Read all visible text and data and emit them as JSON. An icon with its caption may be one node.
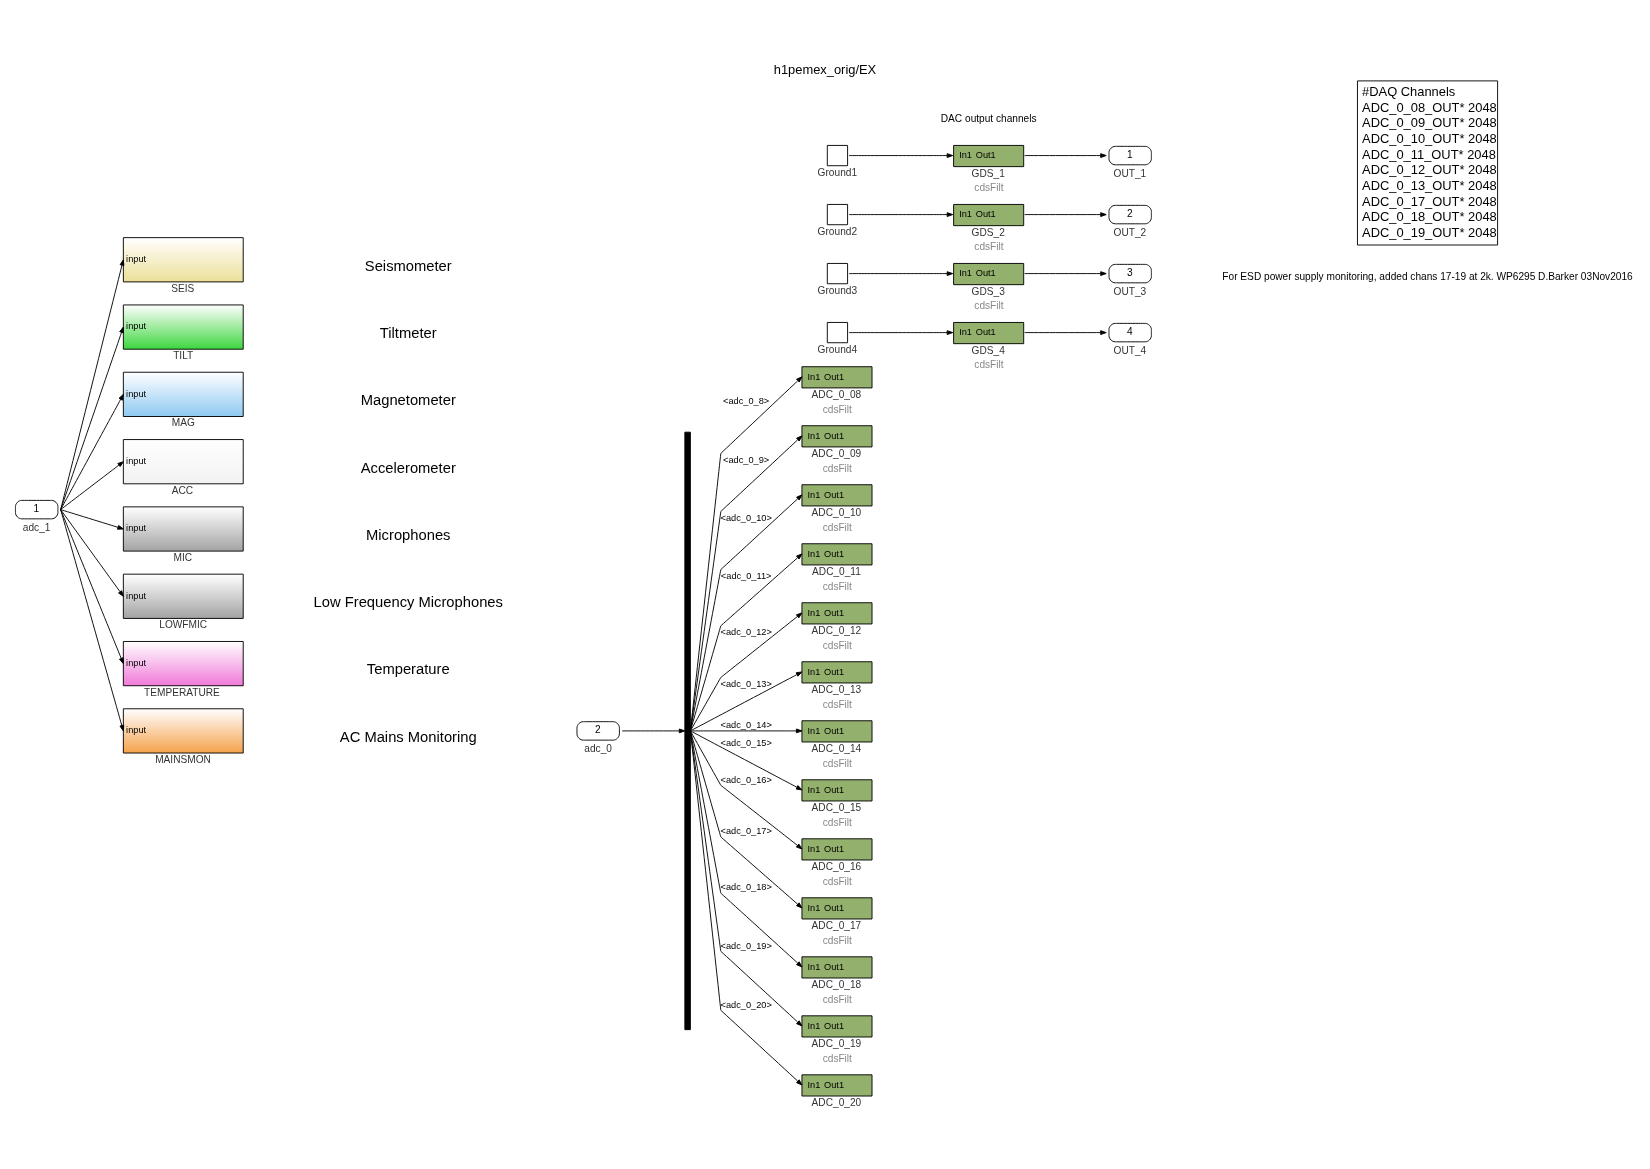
{
  "diagram": {
    "title": "h1pemex_orig/EX",
    "nodes": [
      {
        "text": [
          "1"
        ],
        "beside": [
          "adc_1"
        ]
      },
      {
        "text": [
          "input"
        ],
        "beside": [
          "SEIS"
        ]
      },
      {
        "text": [
          "input"
        ],
        "beside": [
          "TILT"
        ]
      },
      {
        "text": [
          "input"
        ],
        "beside": [
          "MAG"
        ]
      },
      {
        "text": [
          "input"
        ],
        "beside": [
          "ACC"
        ]
      },
      {
        "text": [
          "input"
        ],
        "beside": [
          "MIC"
        ]
      },
      {
        "text": [
          "input"
        ],
        "beside": [
          "LOWFMIC"
        ]
      },
      {
        "text": [
          "input"
        ],
        "beside": [
          "TEMPERATURE"
        ]
      },
      {
        "text": [
          "input"
        ],
        "beside": [
          "MAINSMON"
        ]
      },
      {
        "text": [
          "2"
        ],
        "beside": [
          "adc_0"
        ]
      },
      {
        "text": [],
        "shape": "bar"
      },
      {
        "text": [],
        "shape": "box",
        "beside": [
          "Ground1"
        ]
      },
      {
        "text": [],
        "shape": "box",
        "beside": [
          "Ground2"
        ]
      },
      {
        "text": [],
        "shape": "box",
        "beside": [
          "Ground3"
        ]
      },
      {
        "text": [],
        "shape": "box",
        "beside": [
          "Ground4"
        ]
      },
      {
        "text": [
          "In1",
          "Out1"
        ],
        "beside": [
          "GDS_1",
          "cdsFilt"
        ]
      },
      {
        "text": [
          "In1",
          "Out1"
        ],
        "beside": [
          "GDS_2",
          "cdsFilt"
        ]
      },
      {
        "text": [
          "In1",
          "Out1"
        ],
        "beside": [
          "GDS_3",
          "cdsFilt"
        ]
      },
      {
        "text": [
          "In1",
          "Out1"
        ],
        "beside": [
          "GDS_4",
          "cdsFilt"
        ]
      },
      {
        "text": [
          "1"
        ],
        "beside": [
          "OUT_1"
        ]
      },
      {
        "text": [
          "2"
        ],
        "beside": [
          "OUT_2"
        ]
      },
      {
        "text": [
          "3"
        ],
        "beside": [
          "OUT_3"
        ]
      },
      {
        "text": [
          "4"
        ],
        "beside": [
          "OUT_4"
        ]
      },
      {
        "text": [
          "In1",
          "Out1"
        ],
        "beside": [
          "ADC_0_08",
          "cdsFilt"
        ]
      },
      {
        "text": [
          "In1",
          "Out1"
        ],
        "beside": [
          "ADC_0_09",
          "cdsFilt"
        ]
      },
      {
        "text": [
          "In1",
          "Out1"
        ],
        "beside": [
          "ADC_0_10",
          "cdsFilt"
        ]
      },
      {
        "text": [
          "In1",
          "Out1"
        ],
        "beside": [
          "ADC_0_11",
          "cdsFilt"
        ]
      },
      {
        "text": [
          "In1",
          "Out1"
        ],
        "beside": [
          "ADC_0_12",
          "cdsFilt"
        ]
      },
      {
        "text": [
          "In1",
          "Out1"
        ],
        "beside": [
          "ADC_0_13",
          "cdsFilt"
        ]
      },
      {
        "text": [
          "In1",
          "Out1"
        ],
        "beside": [
          "ADC_0_14",
          "cdsFilt"
        ]
      },
      {
        "text": [
          "In1",
          "Out1"
        ],
        "beside": [
          "ADC_0_15",
          "cdsFilt"
        ]
      },
      {
        "text": [
          "In1",
          "Out1"
        ],
        "beside": [
          "ADC_0_16",
          "cdsFilt"
        ]
      },
      {
        "text": [
          "In1",
          "Out1"
        ],
        "beside": [
          "ADC_0_17",
          "cdsFilt"
        ]
      },
      {
        "text": [
          "In1",
          "Out1"
        ],
        "beside": [
          "ADC_0_18",
          "cdsFilt"
        ]
      },
      {
        "text": [
          "In1",
          "Out1"
        ],
        "beside": [
          "ADC_0_19",
          "cdsFilt"
        ]
      },
      {
        "text": [
          "In1",
          "Out1"
        ],
        "beside": [
          "ADC_0_20"
        ]
      },
      {
        "text": [
          "#DAQ Channels",
          "ADC_0_08_OUT* 2048",
          "ADC_0_09_OUT* 2048",
          "ADC_0_10_OUT* 2048",
          "ADC_0_11_OUT* 2048",
          "ADC_0_12_OUT* 2048",
          "ADC_0_13_OUT* 2048",
          "ADC_0_17_OUT* 2048",
          "ADC_0_18_OUT* 2048",
          "ADC_0_19_OUT* 2048"
        ]
      }
    ],
    "edges": [
      {
        "from": 0,
        "to": 1,
        "arrow": "to"
      },
      {
        "from": 0,
        "to": 2,
        "arrow": "to"
      },
      {
        "from": 0,
        "to": 3,
        "arrow": "to"
      },
      {
        "from": 0,
        "to": 4,
        "arrow": "to"
      },
      {
        "from": 0,
        "to": 5,
        "arrow": "to"
      },
      {
        "from": 0,
        "to": 6,
        "arrow": "to"
      },
      {
        "from": 0,
        "to": 7,
        "arrow": "to"
      },
      {
        "from": 0,
        "to": 8,
        "arrow": "to"
      },
      {
        "from": 9,
        "to": 10,
        "arrow": "to"
      },
      {
        "from": 11,
        "to": 15,
        "arrow": "to"
      },
      {
        "from": 12,
        "to": 16,
        "arrow": "to"
      },
      {
        "from": 13,
        "to": 17,
        "arrow": "to"
      },
      {
        "from": 14,
        "to": 18,
        "arrow": "to"
      },
      {
        "from": 15,
        "to": 19,
        "arrow": "to"
      },
      {
        "from": 16,
        "to": 20,
        "arrow": "to"
      },
      {
        "from": 17,
        "to": 21,
        "arrow": "to"
      },
      {
        "from": 18,
        "to": 22,
        "arrow": "to"
      },
      {
        "from": 10,
        "to": 23,
        "arrow": "to",
        "label": "<adc_0_8>"
      },
      {
        "from": 10,
        "to": 24,
        "arrow": "to",
        "label": "<adc_0_9>"
      },
      {
        "from": 10,
        "to": 25,
        "arrow": "to",
        "label": "<adc_0_10>"
      },
      {
        "from": 10,
        "to": 26,
        "arrow": "to",
        "label": "<adc_0_11>"
      },
      {
        "from": 10,
        "to": 27,
        "arrow": "to",
        "label": "<adc_0_12>"
      },
      {
        "from": 10,
        "to": 28,
        "arrow": "to",
        "label": "<adc_0_13>"
      },
      {
        "from": 10,
        "to": 29,
        "arrow": "to",
        "label": "<adc_0_14>"
      },
      {
        "from": 10,
        "to": 30,
        "arrow": "to",
        "label": "<adc_0_15>"
      },
      {
        "from": 10,
        "to": 31,
        "arrow": "to",
        "label": "<adc_0_16>"
      },
      {
        "from": 10,
        "to": 32,
        "arrow": "to",
        "label": "<adc_0_17>"
      },
      {
        "from": 10,
        "to": 33,
        "arrow": "to",
        "label": "<adc_0_18>"
      },
      {
        "from": 10,
        "to": 34,
        "arrow": "to",
        "label": "<adc_0_19>"
      },
      {
        "from": 10,
        "to": 35,
        "arrow": "to",
        "label": "<adc_0_20>"
      }
    ],
    "labels": [
      "Seismometer",
      "Tiltmeter",
      "Magnetometer",
      "Accelerometer",
      "Microphones",
      "Low Frequency Microphones",
      "Temperature",
      "AC Mains Monitoring",
      "DAC output channels",
      "For ESD power supply monitoring, added chans 17-19 at 2k. WP6295 D.Barker 03Nov2016"
    ]
  }
}
